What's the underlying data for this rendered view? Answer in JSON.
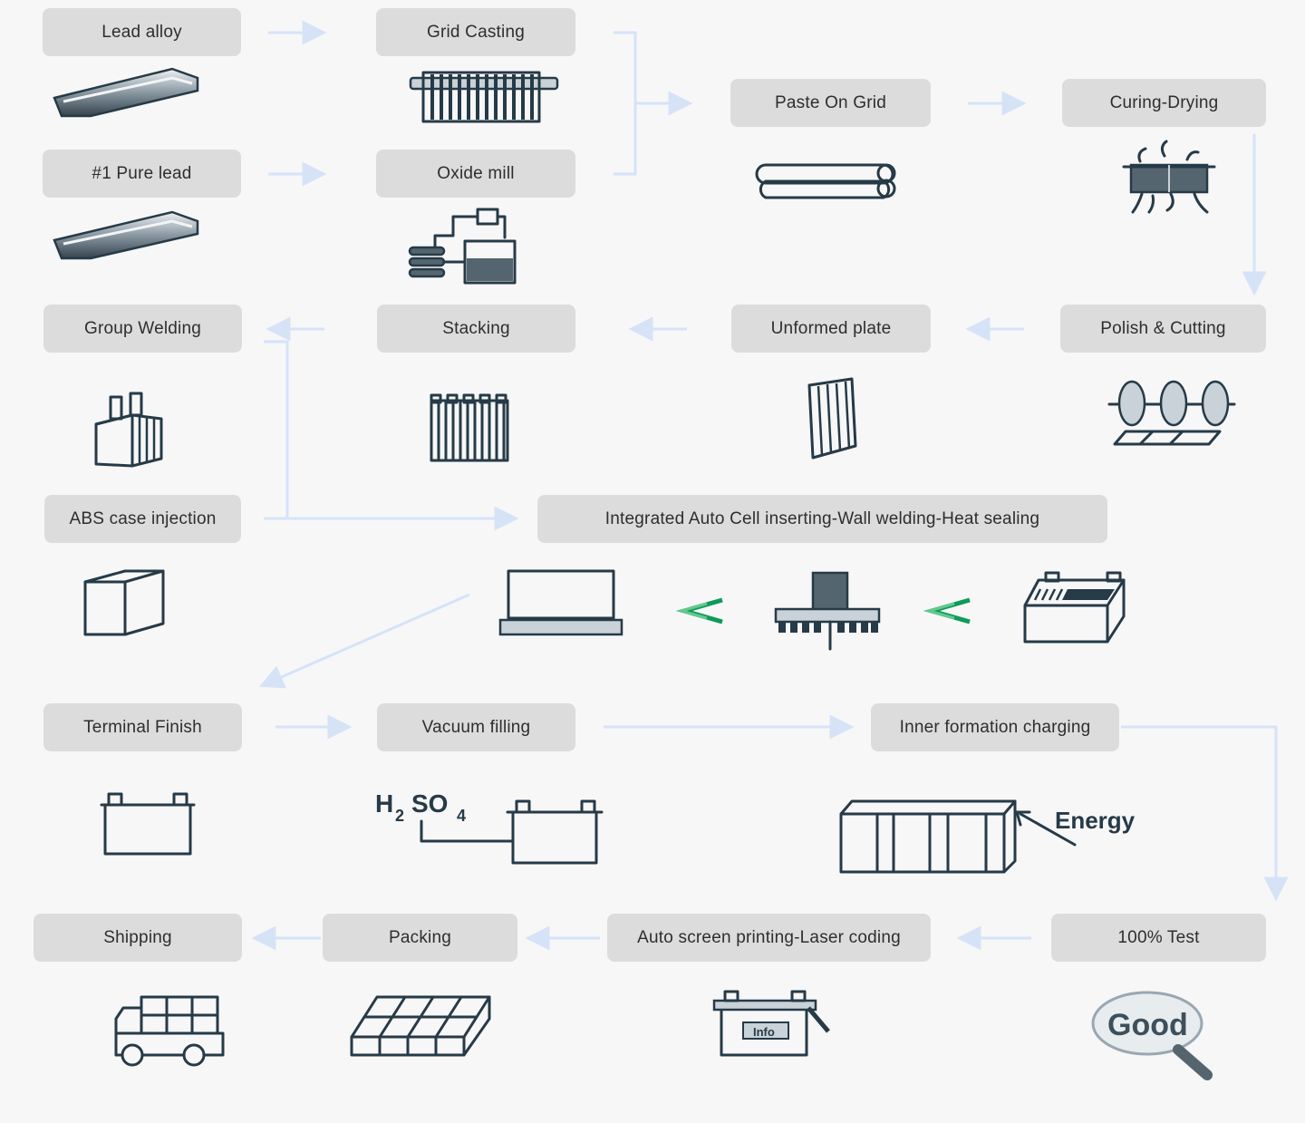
{
  "steps": {
    "lead_alloy": "Lead alloy",
    "grid_casting": "Grid Casting",
    "pure_lead": "#1 Pure lead",
    "oxide_mill": "Oxide mill",
    "paste_on_grid": "Paste On Grid",
    "curing_drying": "Curing-Drying",
    "group_welding": "Group Welding",
    "stacking": "Stacking",
    "unformed_plate": "Unformed plate",
    "polish_cutting": "Polish & Cutting",
    "abs_case": "ABS case injection",
    "integrated": "Integrated Auto Cell inserting-Wall welding-Heat sealing",
    "terminal_finish": "Terminal Finish",
    "vacuum_filling": "Vacuum filling",
    "inner_formation": "Inner formation charging",
    "shipping": "Shipping",
    "packing": "Packing",
    "auto_screen": "Auto screen printing-Laser coding",
    "test": "100% Test"
  },
  "icon_labels": {
    "h2so4_main": "H",
    "h2so4_sub1": "2",
    "h2so4_mid": "SO",
    "h2so4_sub2": "4",
    "energy": "Energy",
    "info": "Info",
    "good": "Good"
  },
  "colors": {
    "box": "#dcdcdc",
    "connector": "#d6e3f7",
    "icon": "#263a47",
    "chevron": "#0e9b58"
  }
}
